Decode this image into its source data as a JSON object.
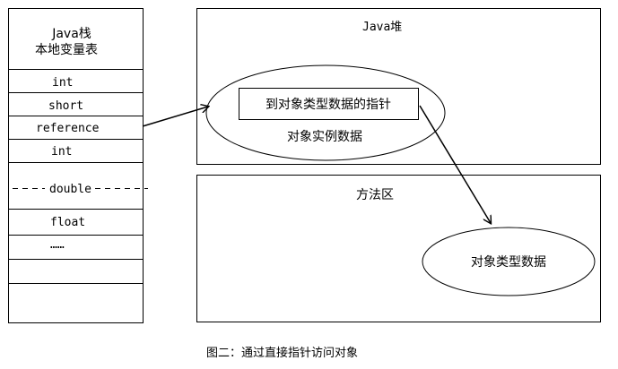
{
  "stack": {
    "title_line1": "Java栈",
    "title_line2": "本地变量表",
    "slots": [
      "int",
      "short",
      "reference",
      "int",
      "double",
      "float",
      "……"
    ]
  },
  "heap": {
    "title": "Java堆",
    "pointer_box": "到对象类型数据的指针",
    "instance_label": "对象实例数据"
  },
  "method_area": {
    "title": "方法区",
    "type_data": "对象类型数据"
  },
  "caption": "图二：通过直接指针访问对象"
}
